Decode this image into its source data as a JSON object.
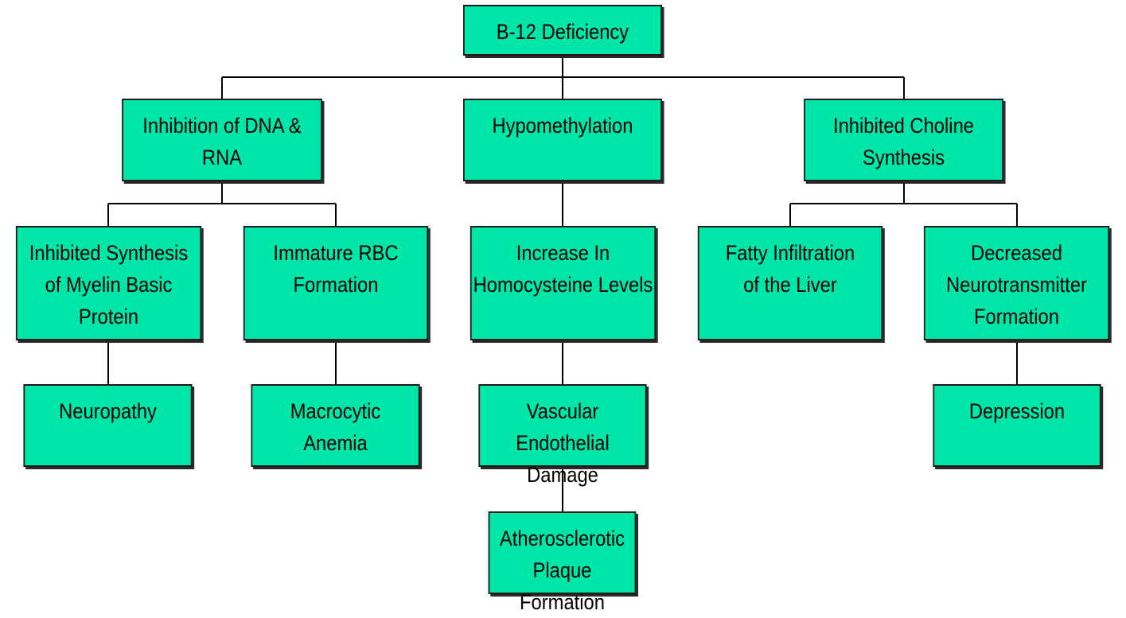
{
  "diagram": {
    "colors": {
      "box_fill": "#00e6a8",
      "line": "#000000",
      "border": "#1a1a1a"
    },
    "nodes": {
      "root": "B-12 Deficiency",
      "dna_rna": "Inhibition of DNA & RNA",
      "hypomethylation": "Hypomethylation",
      "choline": "Inhibited Choline\nSynthesis",
      "myelin": "Inhibited Synthesis\nof Myelin Basic Protein",
      "rbc": "Immature RBC\nFormation",
      "homocysteine": "Increase In\nHomocysteine Levels",
      "liver": "Fatty Infiltration\nof the Liver",
      "neurotransmitter": "Decreased\nNeurotransmitter\nFormation",
      "neuropathy": "Neuropathy",
      "anemia": "Macrocytic\nAnemia",
      "vascular": "Vascular Endothelial\nDamage",
      "depression": "Depression",
      "plaque": "Atherosclerotic\nPlaque Formation"
    }
  }
}
